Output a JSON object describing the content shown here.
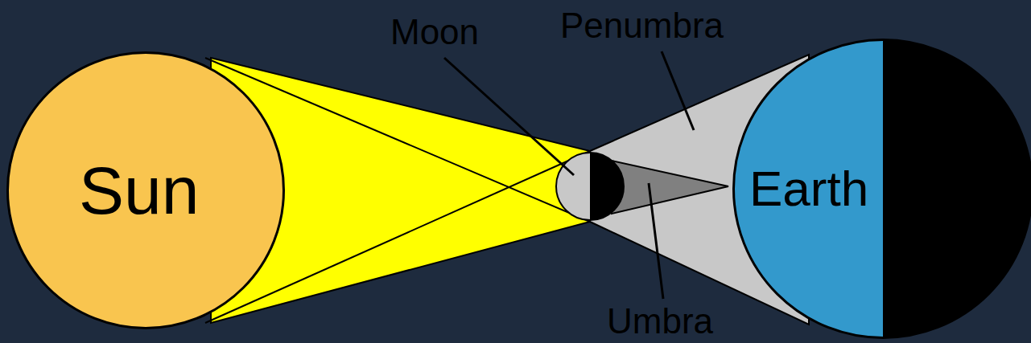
{
  "diagram": {
    "nodes": [
      {
        "text": [
          "Sun"
        ]
      },
      {
        "text": [
          "Earth"
        ]
      }
    ],
    "labels": [
      "Moon",
      "Penumbra",
      "Umbra"
    ]
  }
}
